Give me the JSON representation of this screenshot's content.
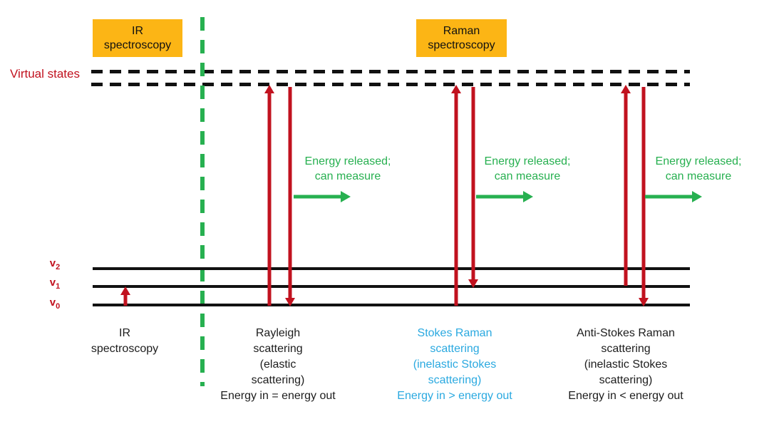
{
  "colors": {
    "red": "#c1121f",
    "green": "#27b050",
    "orange": "#fcb515",
    "cyan": "#2aa9e0",
    "line": "#111111"
  },
  "header": {
    "ir_box": {
      "line1": "IR",
      "line2": "spectroscopy"
    },
    "raman_box": {
      "line1": "Raman",
      "line2": "spectroscopy"
    }
  },
  "levels": {
    "virtual_label": "Virtual states",
    "v2": {
      "base": "v",
      "sub": "2"
    },
    "v1": {
      "base": "v",
      "sub": "1"
    },
    "v0": {
      "base": "v",
      "sub": "0"
    }
  },
  "energy_notes": [
    {
      "line1": "Energy released;",
      "line2": "can measure"
    },
    {
      "line1": "Energy released;",
      "line2": "can measure"
    },
    {
      "line1": "Energy released;",
      "line2": "can measure"
    }
  ],
  "bottom_labels": {
    "ir": {
      "lines": [
        "IR",
        "spectroscopy"
      ]
    },
    "rayleigh": {
      "lines": [
        "Rayleigh",
        "scattering",
        "(elastic",
        "scattering)",
        "Energy in = energy out"
      ]
    },
    "stokes": {
      "lines": [
        "Stokes Raman",
        "scattering",
        "(inelastic Stokes",
        "scattering)",
        "Energy in > energy out"
      ]
    },
    "anti_stokes": {
      "lines": [
        "Anti-Stokes Raman",
        "scattering",
        "(inelastic Stokes",
        "scattering)",
        "Energy in < energy out"
      ]
    }
  }
}
